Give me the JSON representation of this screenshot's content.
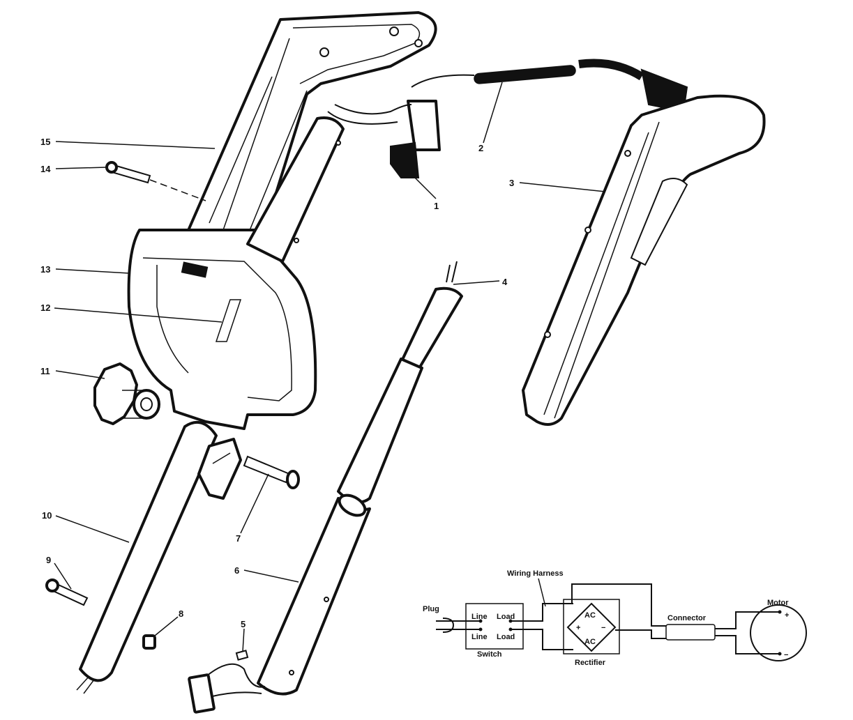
{
  "callouts": [
    "1",
    "2",
    "3",
    "4",
    "5",
    "6",
    "7",
    "8",
    "9",
    "10",
    "11",
    "12",
    "13",
    "14",
    "15"
  ],
  "schematic": {
    "plug": "Plug",
    "switch_line_top": "Line",
    "switch_load_top": "Load",
    "switch_line_bottom": "Line",
    "switch_load_bottom": "Load",
    "switch": "Switch",
    "wiring_harness": "Wiring Harness",
    "ac_top": "AC",
    "ac_bottom": "AC",
    "plus": "+",
    "minus": "−",
    "rectifier": "Rectifier",
    "connector": "Connector",
    "motor": "Motor",
    "motor_plus": "+",
    "motor_minus": "−"
  }
}
